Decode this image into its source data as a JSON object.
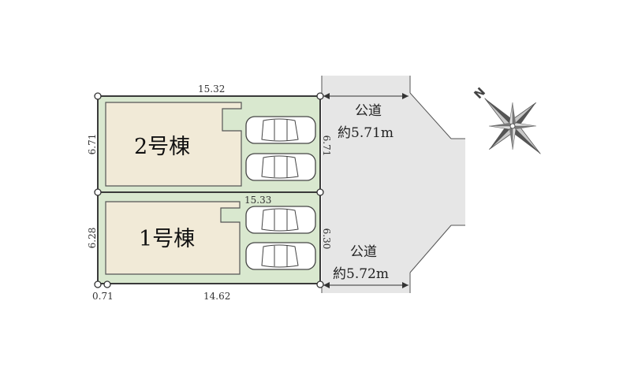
{
  "buildings": {
    "building_2": {
      "label": "2号棟"
    },
    "building_1": {
      "label": "1号棟"
    }
  },
  "dimensions": {
    "top_width": "15.32",
    "middle_width": "15.33",
    "bottom_width": "14.62",
    "bottom_offset": "0.71",
    "lot2_left_depth": "6.71",
    "lot2_right_depth": "6.71",
    "lot1_left_depth": "6.28",
    "lot1_right_depth": "6.30"
  },
  "roads": {
    "north_road": {
      "name": "公道",
      "width": "約5.71m"
    },
    "south_road": {
      "name": "公道",
      "width": "約5.72m"
    }
  },
  "compass": {
    "north_label": "N"
  },
  "colors": {
    "lot_fill": "#d9e8cf",
    "building_fill": "#f1ead7",
    "road_fill": "#e6e6e6",
    "outline": "#3a3a3a"
  }
}
